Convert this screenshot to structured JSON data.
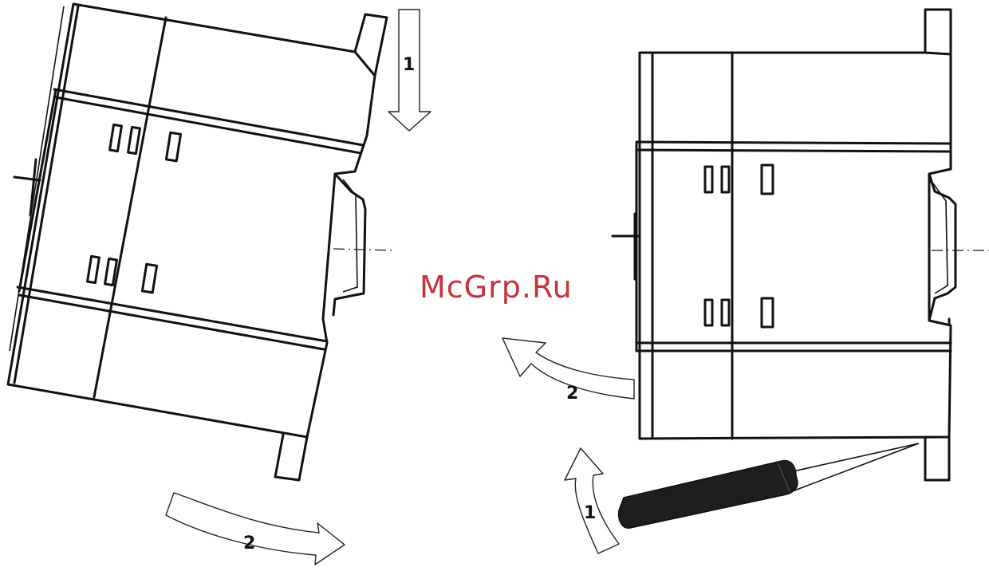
{
  "watermark": "McGrp.Ru",
  "left_view": {
    "step1_label": "1",
    "step2_label": "2"
  },
  "right_view": {
    "step1_label": "1",
    "step2_label": "2"
  }
}
